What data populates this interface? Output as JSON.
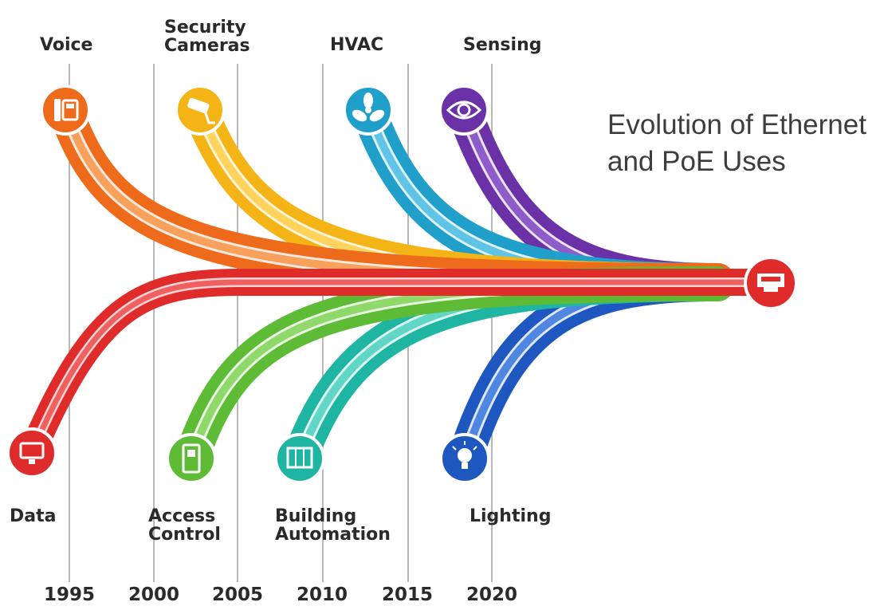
{
  "title_lines": [
    "Evolution of Ethernet",
    "and PoE Uses"
  ],
  "years": [
    "1995",
    "2000",
    "2005",
    "2010",
    "2015",
    "2020"
  ],
  "uses_top": [
    {
      "label_lines": [
        "Voice"
      ],
      "icon": "telephone-icon",
      "color": "#ef6b1c"
    },
    {
      "label_lines": [
        "Security",
        "Cameras"
      ],
      "icon": "security-camera-icon",
      "color": "#f5b415"
    },
    {
      "label_lines": [
        "HVAC"
      ],
      "icon": "fan-icon",
      "color": "#1f9fc9"
    },
    {
      "label_lines": [
        "Sensing"
      ],
      "icon": "eye-icon",
      "color": "#6a32a6"
    }
  ],
  "uses_bottom": [
    {
      "label_lines": [
        "Data"
      ],
      "icon": "monitor-icon",
      "color": "#e02b2b"
    },
    {
      "label_lines": [
        "Access",
        "Control"
      ],
      "icon": "access-control-icon",
      "color": "#5dbb35"
    },
    {
      "label_lines": [
        "Building",
        "Automation"
      ],
      "icon": "building-icon",
      "color": "#1fb5a3"
    },
    {
      "label_lines": [
        "Lighting"
      ],
      "icon": "lightbulb-icon",
      "color": "#1f57c0"
    }
  ],
  "endpoint": {
    "icon": "ethernet-port-icon",
    "color": "#e02b2b"
  }
}
